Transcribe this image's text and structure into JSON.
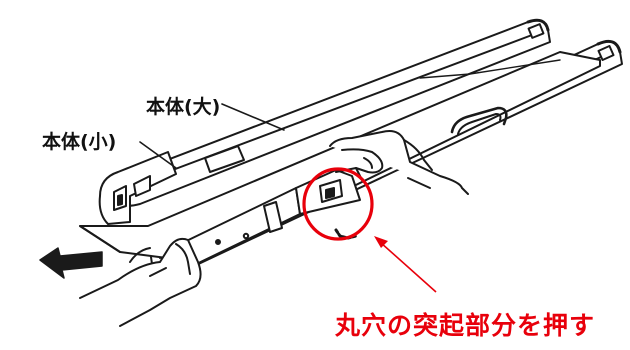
{
  "labels": {
    "body_large": "本体(大)",
    "body_small": "本体(小)"
  },
  "instruction": "丸穴の突起部分を押す",
  "colors": {
    "accent": "#e8000b",
    "line": "#1a1a1a",
    "fill": "#ffffff"
  }
}
